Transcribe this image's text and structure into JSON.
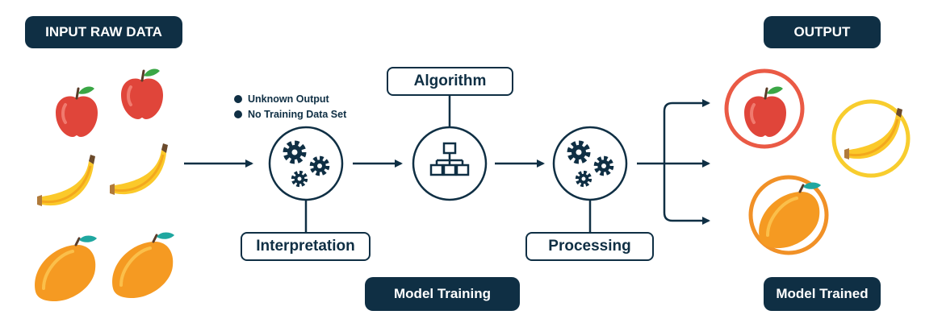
{
  "labels": {
    "input": "INPUT RAW DATA",
    "output": "OUTPUT",
    "model_training": "Model Training",
    "model_trained": "Model Trained",
    "algorithm": "Algorithm",
    "interpretation": "Interpretation",
    "processing": "Processing"
  },
  "notes": [
    "Unknown Output",
    "No Training Data Set"
  ],
  "input_items": [
    "apple",
    "apple",
    "banana",
    "banana",
    "mango",
    "mango"
  ],
  "output_groups": [
    "apple",
    "banana",
    "mango"
  ],
  "colors": {
    "navy": "#0f2f44",
    "apple": "#e0453a",
    "banana": "#fbc92a",
    "mango": "#f59a22",
    "ring_red": "#ea5a45",
    "ring_yellow": "#f8cd2e",
    "ring_orange": "#f19127",
    "leaf_green": "#3aa645",
    "leaf_teal": "#1fa7a0"
  }
}
